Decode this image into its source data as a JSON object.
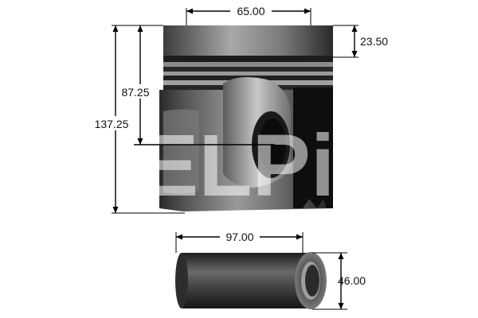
{
  "drawing": {
    "parts": [
      {
        "name": "piston"
      },
      {
        "name": "piston pin"
      }
    ],
    "watermark": "ELPi",
    "dimensions": {
      "piston_pin_bore_span": "65.00",
      "compression_height_top": "23.50",
      "pin_axis_height": "87.25",
      "overall_height": "137.25",
      "pin_length": "97.00",
      "pin_diameter": "46.00"
    },
    "colors": {
      "metal_dark": "#3a3a3a",
      "metal_mid": "#6e6e6e",
      "metal_light": "#b9b9b9",
      "dimension_lines": "#000000",
      "background": "#ffffff"
    }
  }
}
